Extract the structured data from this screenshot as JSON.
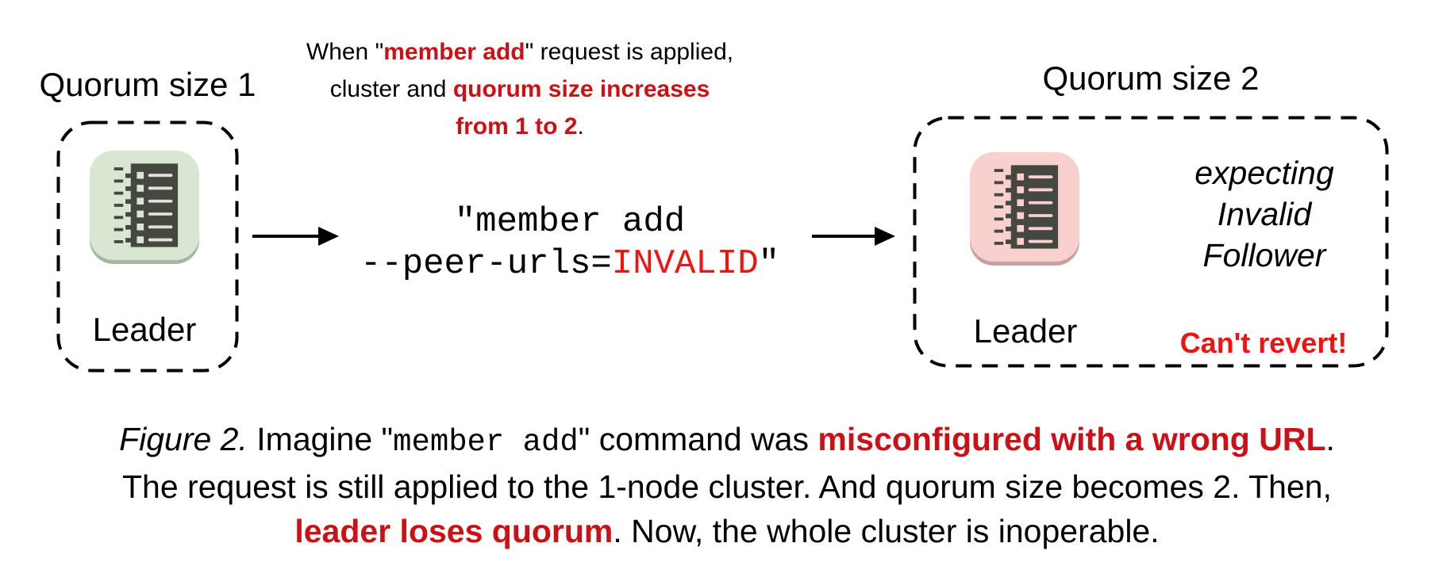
{
  "colors": {
    "crimson": "#cd1016",
    "bright_red": "#f21212",
    "green_bg": "#d9e6d2",
    "green_shadow": "#a6b79f",
    "pink_bg": "#f8d0ce",
    "pink_shadow": "#c7a19f",
    "glyph_dark": "#474742",
    "ink": "#000000"
  },
  "left_cluster": {
    "title": "Quorum size 1",
    "node_label": "Leader"
  },
  "right_cluster": {
    "title": "Quorum size 2",
    "node_label": "Leader",
    "expecting_lines": [
      "expecting",
      "Invalid",
      "Follower"
    ],
    "warning": "Can't revert!"
  },
  "annotation": {
    "line1_pre": "When \"",
    "line1_em": "member add",
    "line1_post": "\" request is applied,",
    "line2_pre": "cluster and ",
    "line2_em": "quorum size increases",
    "line3_em": "from 1 to 2",
    "line3_post": "."
  },
  "command": {
    "line1": "\"member add",
    "line2_flag": "--peer-urls=",
    "line2_value": "INVALID",
    "line2_close": "\""
  },
  "caption": {
    "figure_label": "Figure 2.",
    "l1_a": " Imagine \"",
    "l1_code": "member add",
    "l1_b": "\" command was ",
    "l1_em": "misconfigured with a wrong URL",
    "l1_end": ".",
    "l2": "The request is still applied to the 1-node cluster. And quorum size becomes 2. Then,",
    "l3_em": "leader loses quorum",
    "l3_end": ". Now, the whole cluster is inoperable."
  }
}
